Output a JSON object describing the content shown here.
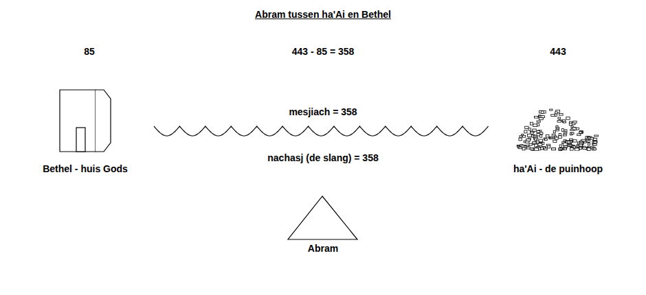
{
  "diagram": {
    "title": "Abram tussen ha'Ai en Bethel",
    "nodes": [
      {
        "text": [
          "Bethel - huis Gods"
        ]
      },
      {
        "text": [
          "ha'Ai - de puinhoop"
        ]
      },
      {
        "text": [
          "Abram"
        ]
      }
    ],
    "edges": [
      {
        "from": 0,
        "to": 1,
        "arrow": "none"
      }
    ],
    "labels": [
      "85",
      "443 - 85 = 358",
      "443",
      "mesjiach = 358",
      "nachasj (de slang) = 358"
    ]
  }
}
